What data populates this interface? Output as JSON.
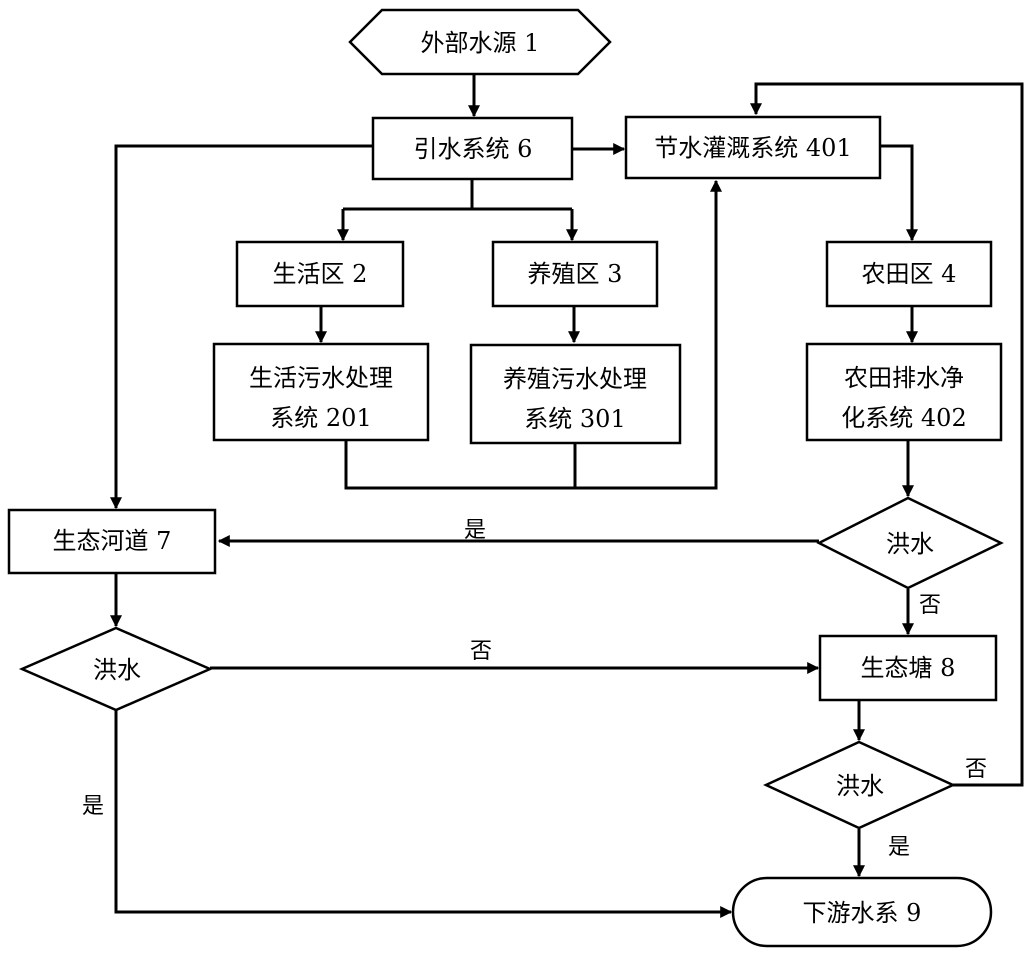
{
  "nodes": {
    "external_source": "外部水源 1",
    "diversion": "引水系统 6",
    "irrigation": "节水灌溉系统 401",
    "living_area": "生活区 2",
    "breeding_area": "养殖区 3",
    "farmland": "农田区 4",
    "sewage_line1": "生活污水处理",
    "sewage_line2": "系统 201",
    "breeding_sewage_line1": "养殖污水处理",
    "breeding_sewage_line2": "系统 301",
    "drain_line1": "农田排水净",
    "drain_line2": "化系统 402",
    "eco_river": "生态河道 7",
    "flood_right": "洪水",
    "flood_left": "洪水",
    "eco_pond": "生态塘 8",
    "flood_bottom": "洪水",
    "downstream": "下游水系 9"
  },
  "edges": {
    "flood_right_yes": "是",
    "flood_right_no": "否",
    "flood_left_no": "否",
    "flood_left_yes": "是",
    "flood_bottom_no": "否",
    "flood_bottom_yes": "是"
  }
}
